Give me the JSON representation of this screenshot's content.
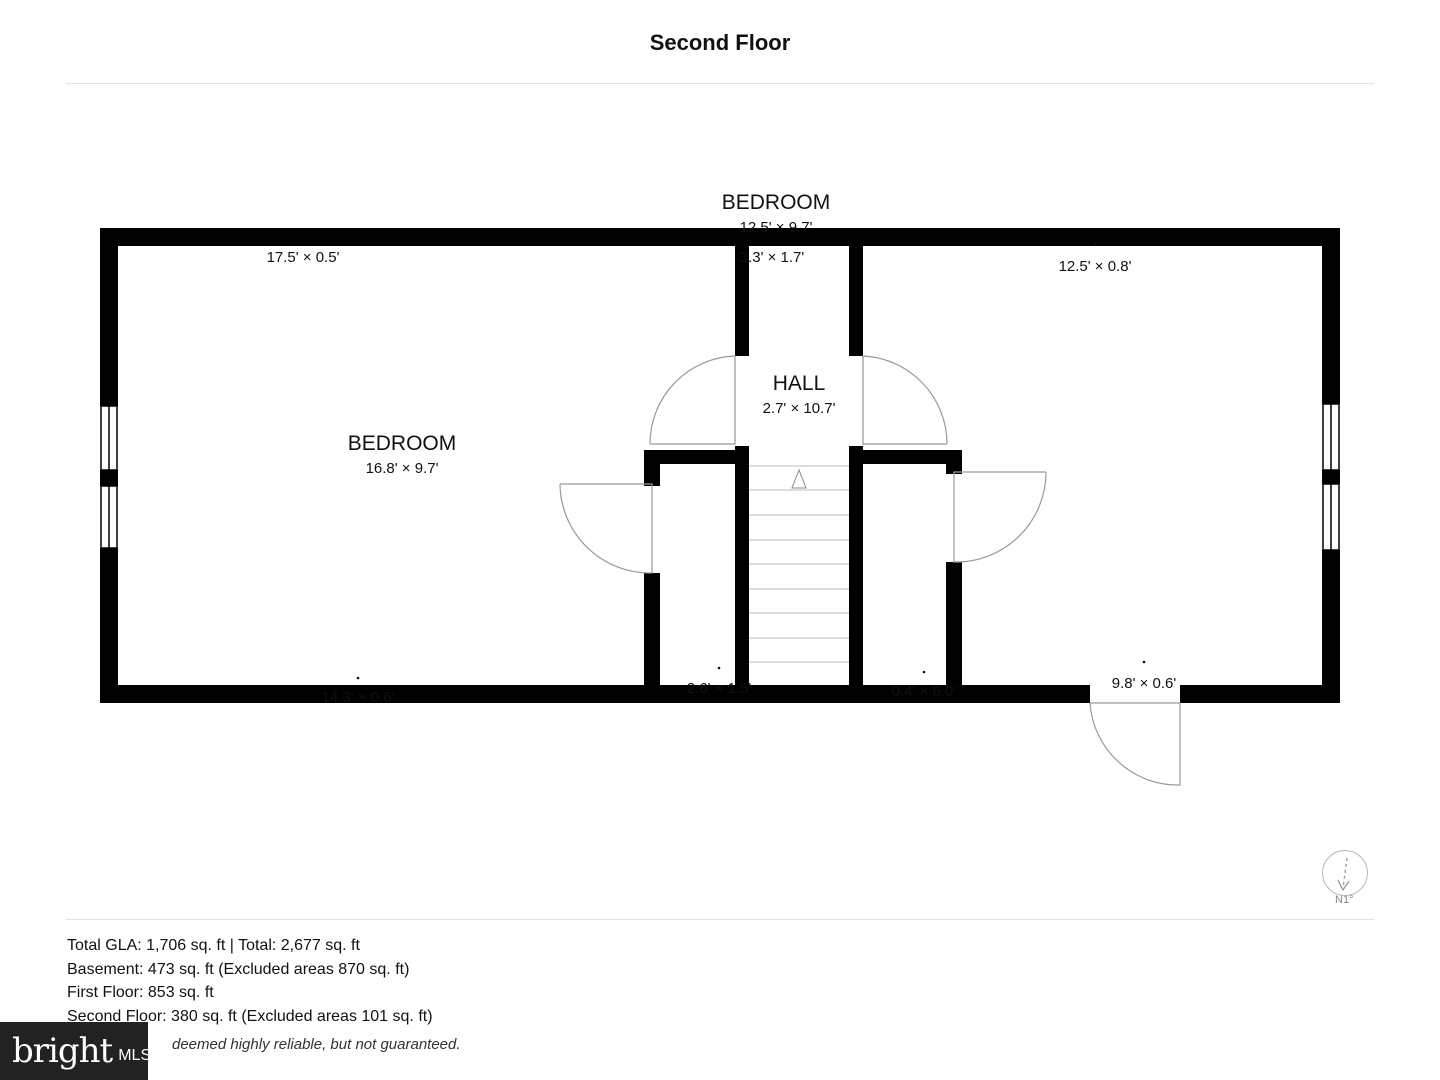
{
  "header": {
    "title": "Second Floor"
  },
  "rooms": [
    {
      "id": "bedroom-left",
      "name": "BEDROOM",
      "dims": "16.8' × 9.7'"
    },
    {
      "id": "bedroom-top",
      "name": "BEDROOM",
      "dims": "12.5' × 9.7'"
    },
    {
      "id": "hall",
      "name": "HALL",
      "dims": "2.7' × 10.7'"
    }
  ],
  "measurements": [
    "17.5' × 0.5'",
    "3.3' × 1.7'",
    "12.5' × 0.8'",
    "14.3' × 0.6'",
    "2.6' × 1.5'",
    "0.4' × 6.0'",
    "9.8' × 0.6'"
  ],
  "summary": [
    "Total GLA: 1,706 sq. ft | Total: 2,677 sq. ft",
    "Basement: 473 sq. ft (Excluded areas 870 sq. ft)",
    "First Floor: 853 sq. ft",
    "Second Floor: 380 sq. ft (Excluded areas 101 sq. ft)"
  ],
  "disclaimer": "deemed highly reliable, but not guaranteed.",
  "logo": {
    "word": "bright",
    "suffix": "MLS"
  },
  "compass": {
    "label": "N",
    "degrees": "1°"
  },
  "colors": {
    "wall": "#000000",
    "door": "#999999",
    "text": "#111111"
  }
}
